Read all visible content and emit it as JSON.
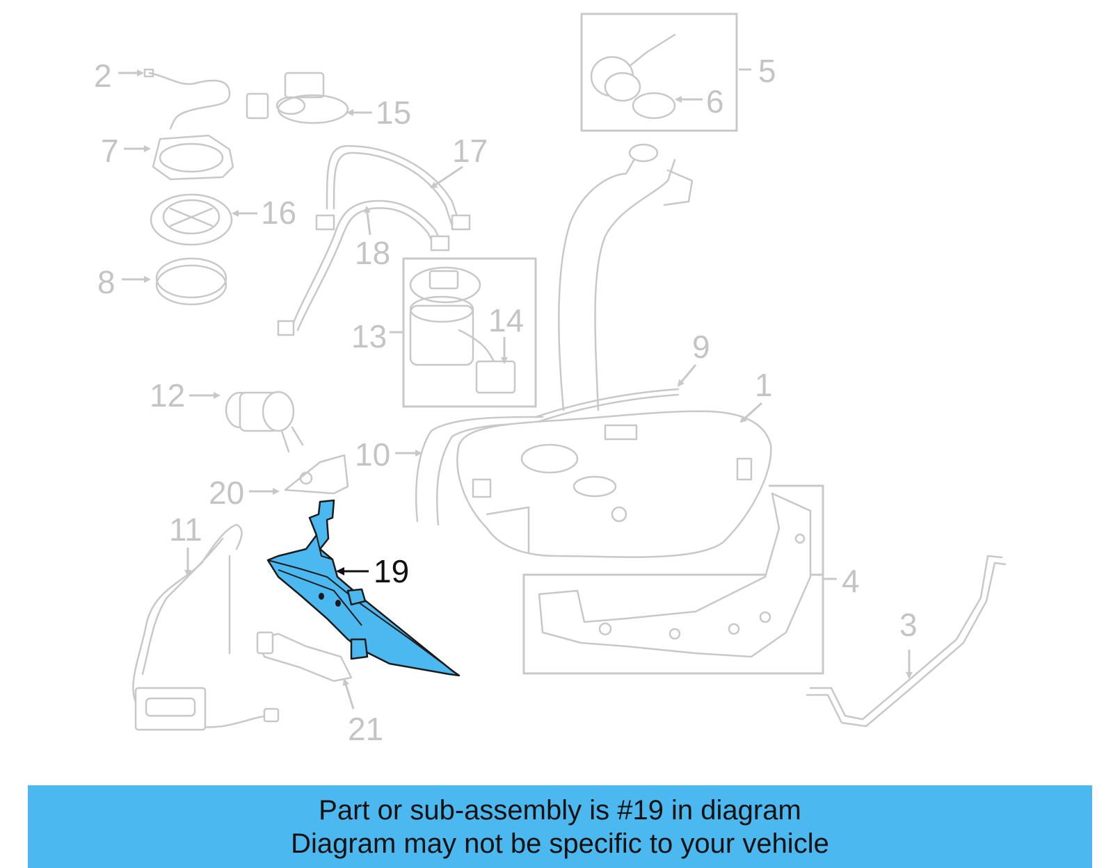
{
  "diagram": {
    "callouts": [
      "1",
      "2",
      "3",
      "4",
      "5",
      "6",
      "7",
      "8",
      "9",
      "10",
      "11",
      "12",
      "13",
      "14",
      "15",
      "16",
      "17",
      "18",
      "19",
      "20",
      "21"
    ],
    "highlighted_part": "19",
    "highlight_color": "#4cb8f0",
    "line_color": "#c8c8c8"
  },
  "banner": {
    "line1": "Part or sub-assembly is #19 in diagram",
    "line2": "Diagram may not be specific to your vehicle",
    "background": "#4cb8f0"
  }
}
